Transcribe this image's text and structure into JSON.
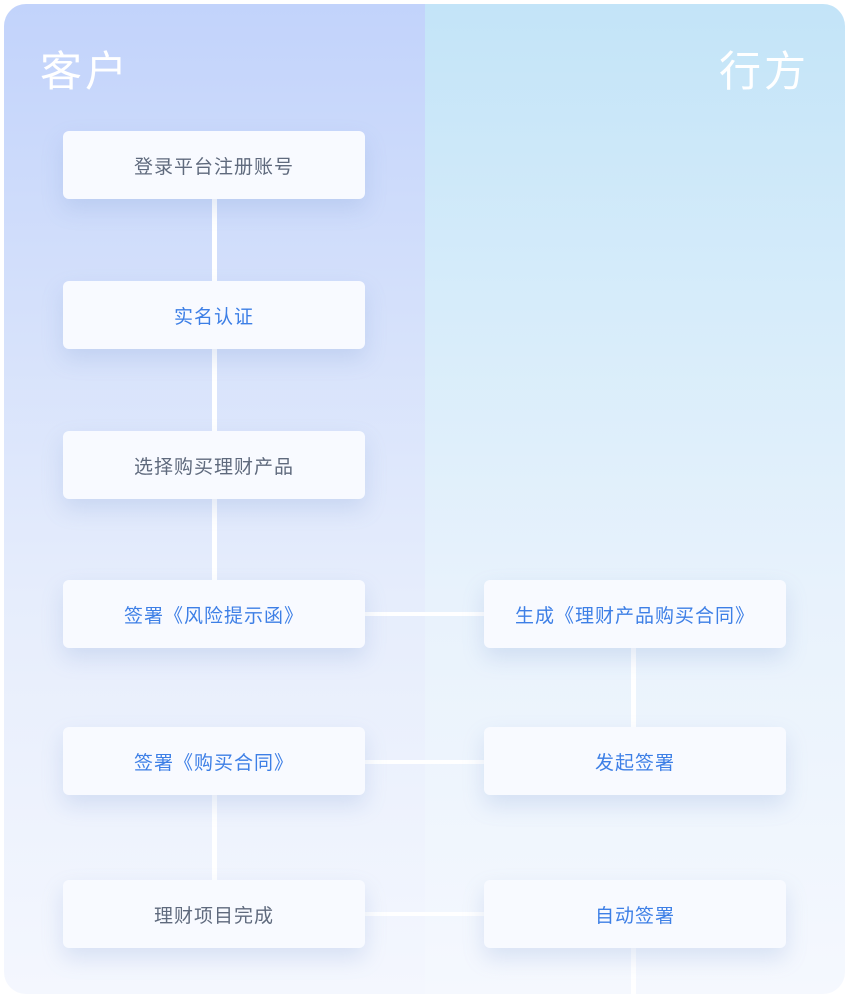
{
  "lanes": {
    "customer": "客户",
    "bank": "行方"
  },
  "steps": {
    "register": "登录平台注册账号",
    "verify": "实名认证",
    "select_product": "选择购买理财产品",
    "sign_risk": "签署《风险提示函》",
    "generate_contract": "生成《理财产品购买合同》",
    "sign_contract": "签署《购买合同》",
    "initiate_sign": "发起签署",
    "complete": "理财项目完成",
    "auto_sign": "自动签署"
  },
  "colors": {
    "highlight_text": "#3d7fe6",
    "normal_text": "#5f6a7d"
  }
}
